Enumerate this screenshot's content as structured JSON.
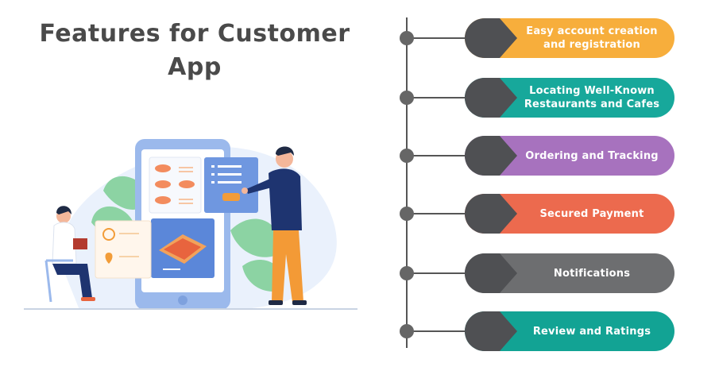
{
  "title": {
    "line1": "Features for Customer",
    "line2": "App"
  },
  "features": [
    {
      "label_line1": "Easy account creation",
      "label_line2": "and registration",
      "color": "#F7AE3C"
    },
    {
      "label_line1": "Locating Well-Known",
      "label_line2": "Restaurants and Cafes",
      "color": "#17A89B"
    },
    {
      "label_line1": "Ordering and Tracking",
      "label_line2": "",
      "color": "#A772BE"
    },
    {
      "label_line1": "Secured Payment",
      "label_line2": "",
      "color": "#EC6A4E"
    },
    {
      "label_line1": "Notifications",
      "label_line2": "",
      "color": "#6D6E70"
    },
    {
      "label_line1": "Review and Ratings",
      "label_line2": "",
      "color": "#12A394"
    }
  ],
  "colors": {
    "title": "#4A4A4A",
    "dark_segment": "#4F5053",
    "timeline": "#555555",
    "phone": "#8FB1E8",
    "accent_blue": "#5B87D9",
    "accent_orange": "#F29C38"
  },
  "illustration": "food-ordering-app-illustration"
}
